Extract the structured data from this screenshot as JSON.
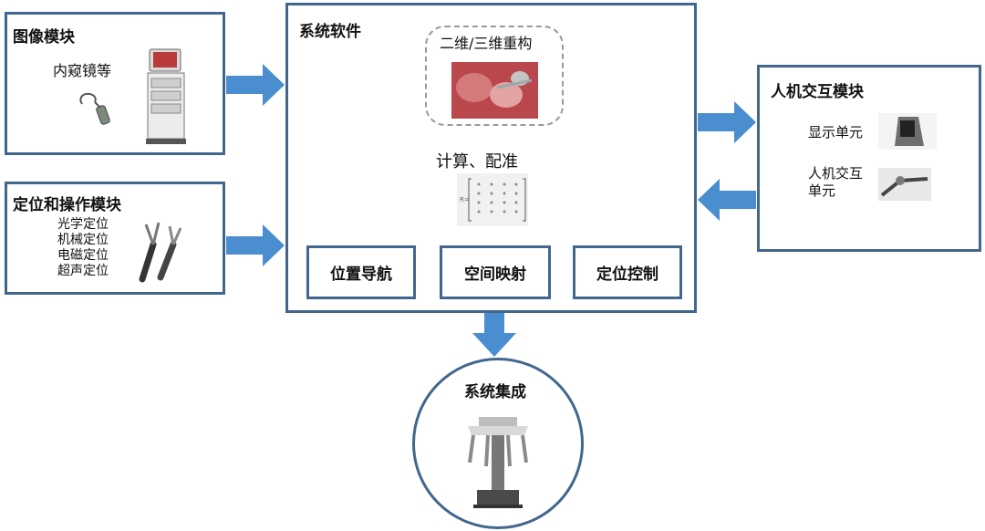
{
  "image_module": {
    "title": "图像模块",
    "subtitle": "内窥镜等"
  },
  "positioning_module": {
    "title": "定位和操作模块",
    "items": [
      "光学定位",
      "机械定位",
      "电磁定位",
      "超声定位"
    ]
  },
  "software": {
    "title": "系统软件",
    "reconstruction_label": "二维/三维重构",
    "compute_label": "计算、配准",
    "functions": [
      "位置导航",
      "空间映射",
      "定位控制"
    ]
  },
  "hci_module": {
    "title": "人机交互模块",
    "display_label": "显示单元",
    "interaction_label_line1": "人机交互",
    "interaction_label_line2": "单元"
  },
  "integration": {
    "title": "系统集成"
  },
  "colors": {
    "border": "#41678f",
    "arrow": "#4a8ed0"
  }
}
